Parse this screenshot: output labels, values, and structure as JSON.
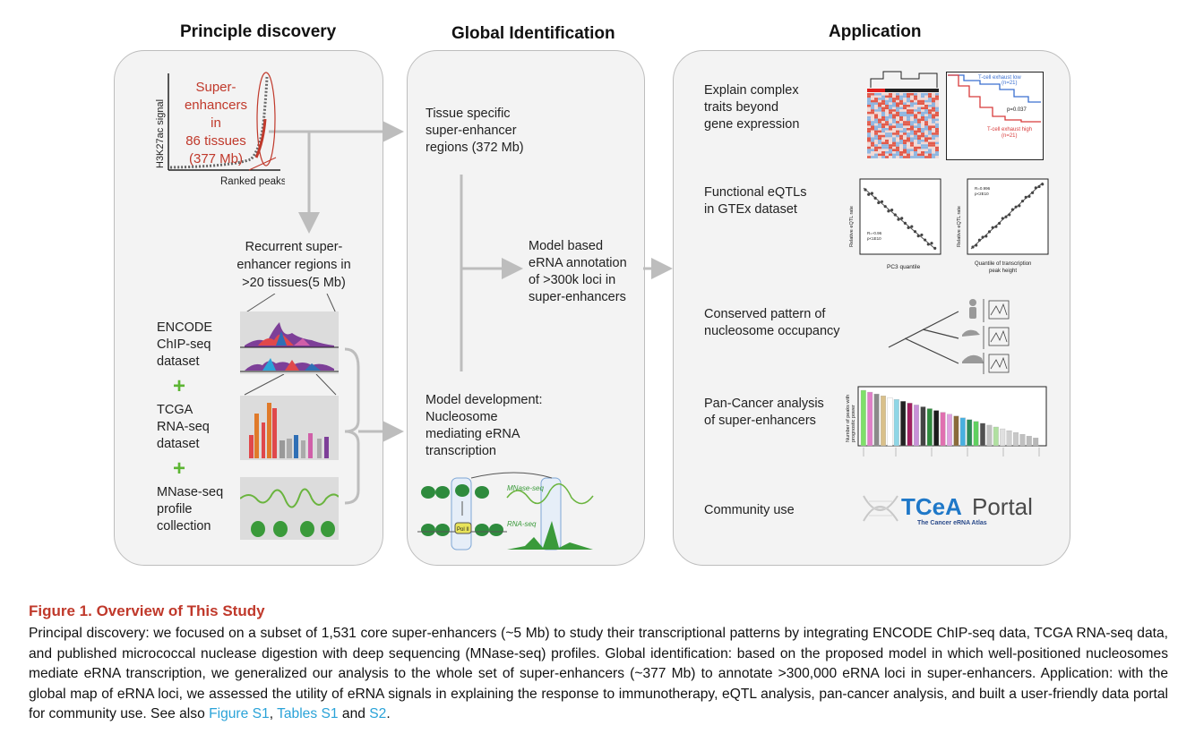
{
  "columns": {
    "principle": "Principle discovery",
    "global": "Global Identification",
    "application": "Application"
  },
  "principle": {
    "y_axis": "H3K27ac signal",
    "x_axis": "Ranked peaks",
    "superenhancers_line1": "Super-",
    "superenhancers_line2": "enhancers in",
    "superenhancers_line3": "86 tissues",
    "superenhancers_line4": "(377 Mb)",
    "recurrent_line1": "Recurrent super-",
    "recurrent_line2": "enhancer regions in",
    "recurrent_line3": ">20 tissues(5 Mb)",
    "encode_line1": "ENCODE",
    "encode_line2": "ChIP-seq",
    "encode_line3": "dataset",
    "tcga_line1": "TCGA",
    "tcga_line2": "RNA-seq",
    "tcga_line3": "dataset",
    "mnase_line1": "MNase-seq",
    "mnase_line2": "profile",
    "mnase_line3": "collection",
    "plus": "+"
  },
  "global": {
    "tissue_line1": "Tissue specific",
    "tissue_line2": "super-enhancer",
    "tissue_line3": "regions (372 Mb)",
    "model_line1": "Model based",
    "model_line2": "eRNA annotation",
    "model_line3": "of >300k loci in",
    "model_line4": "super-enhancers",
    "dev_line1": "Model development:",
    "dev_line2": "Nucleosome",
    "dev_line3": "mediating eRNA",
    "dev_line4": "transcription",
    "mnase_label": "MNase-seq",
    "rnaseq_label": "RNA-seq",
    "pol2_label": "Pol II"
  },
  "application": {
    "item1_line1": "Explain complex",
    "item1_line2": "traits beyond",
    "item1_line3": "gene expression",
    "km_low": "T-cell exhaust low",
    "km_low_n": "(n=21)",
    "km_p": "p=0.037",
    "km_high": "T-cell exhaust high",
    "km_high_n": "(n=21)",
    "item2_line1": "Functional eQTLs",
    "item2_line2": "in GTEx dataset",
    "eqtl_ylabel": "Relative eQTL rate",
    "pc3_xlabel": "PC3 quantile",
    "peak_xlabel1": "Quantile of transcription",
    "peak_xlabel2": "peak height",
    "pc3_stat1": "R=-0.96",
    "pc3_stat2": "p<1E10",
    "peak_stat1": "R=0.996",
    "peak_stat2": "p<2E10",
    "item3_line1": "Conserved pattern of",
    "item3_line2": "nucleosome occupancy",
    "item4_line1": "Pan-Cancer analysis",
    "item4_line2": "of super-enhancers",
    "pancancer_ylabel1": "Number of peaks with",
    "pancancer_ylabel2": "prognostic power",
    "item5": "Community use",
    "portal_name": "TCeA",
    "portal_word": "Portal",
    "portal_sub": "The Cancer eRNA Atlas"
  },
  "caption": {
    "title": "Figure 1.  Overview of This Study",
    "body": "Principal discovery: we focused on a subset of 1,531 core super-enhancers (~5 Mb) to study their transcriptional patterns by integrating ENCODE ChIP-seq data, TCGA RNA-seq data, and published micrococcal nuclease digestion with deep sequencing (MNase-seq) profiles. Global identification: based on the proposed model in which well-positioned nucleosomes mediate eRNA transcription, we generalized our analysis to the whole set of super-enhancers (~377 Mb) to annotate >300,000 eRNA loci in super-enhancers. Application: with the global map of eRNA loci, we assessed the utility of eRNA signals in explaining the response to immunotherapy, eQTL analysis, pan-cancer analysis, and built a user-friendly data portal for community use. See also ",
    "link1": "Figure S1",
    "sep1": ", ",
    "link2": "Tables S1",
    "sep2": " and ",
    "link3": "S2",
    "end": "."
  },
  "colors": {
    "red": "#c0392b",
    "green_plus": "#5cb533",
    "link": "#2aa3d8",
    "arrow": "#bdbdbd"
  }
}
